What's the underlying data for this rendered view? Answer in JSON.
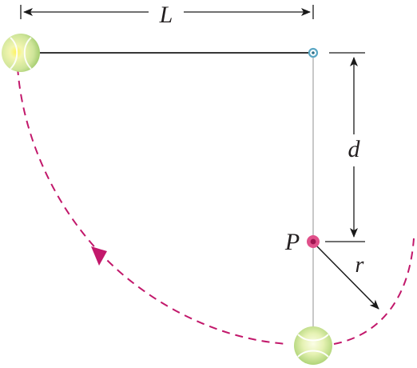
{
  "labels": {
    "length": "L",
    "drop": "d",
    "peg": "P",
    "radius": "r"
  },
  "colors": {
    "line": "#1a1a1a",
    "rod": "#c8c8c8",
    "path": "#c2186b",
    "peg": "#e0508a",
    "pivot": "#5aa7c4",
    "ball_light": "#f8fbd8",
    "ball_dark": "#a6cf6e"
  }
}
